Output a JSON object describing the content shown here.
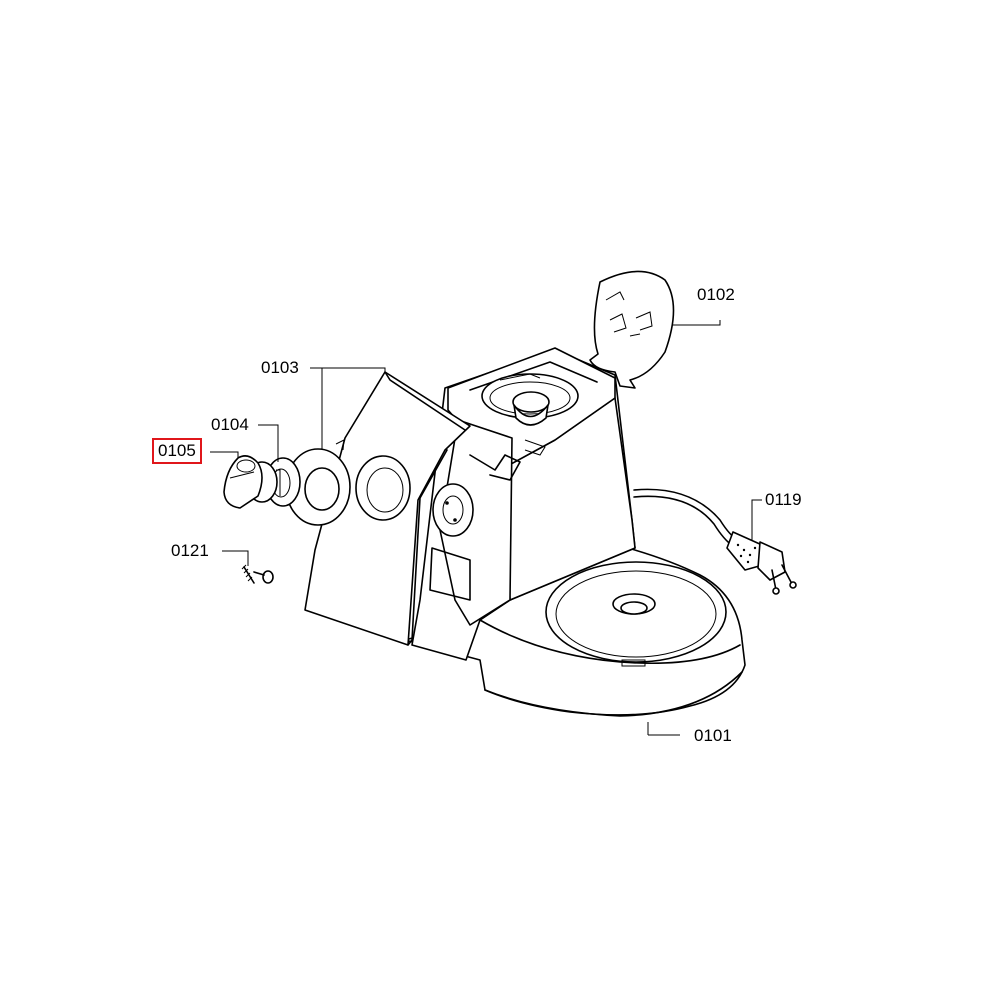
{
  "diagram": {
    "selected_part": "0105",
    "highlight_color": "#e0161b",
    "callouts": [
      {
        "id": "0101",
        "label": "0101"
      },
      {
        "id": "0102",
        "label": "0102"
      },
      {
        "id": "0103",
        "label": "0103"
      },
      {
        "id": "0104",
        "label": "0104"
      },
      {
        "id": "0105",
        "label": "0105"
      },
      {
        "id": "0119",
        "label": "0119"
      },
      {
        "id": "0121",
        "label": "0121"
      }
    ]
  }
}
